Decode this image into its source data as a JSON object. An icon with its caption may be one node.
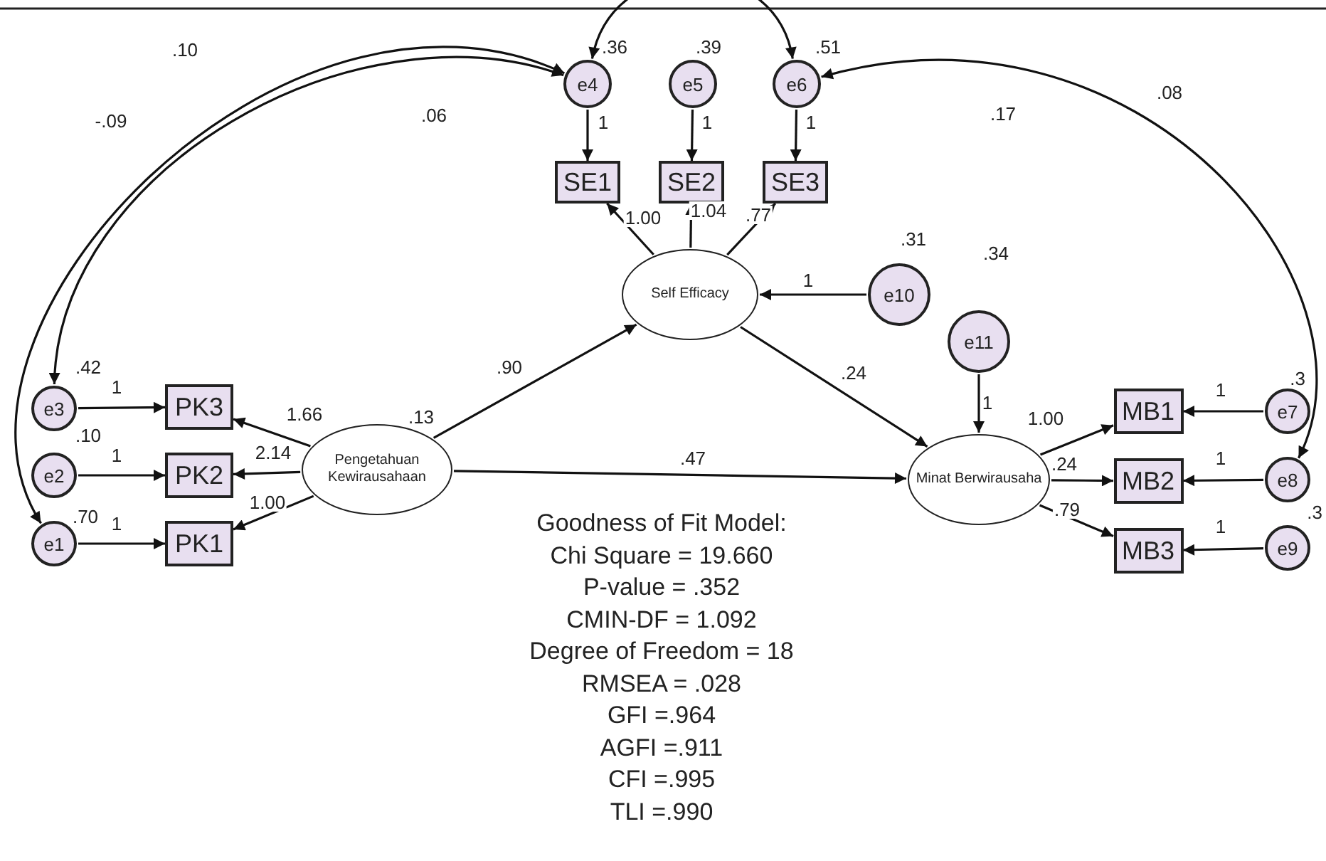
{
  "diagram": {
    "nodes": [
      {
        "text": [
          "e4"
        ],
        "beside": [
          ".36"
        ]
      },
      {
        "text": [
          "e5"
        ],
        "beside": [
          ".39"
        ]
      },
      {
        "text": [
          "e6"
        ],
        "beside": [
          ".51"
        ]
      },
      {
        "text": [
          "SE1"
        ]
      },
      {
        "text": [
          "SE2"
        ]
      },
      {
        "text": [
          "SE3"
        ]
      },
      {
        "text": [
          "Self Efficacy"
        ]
      },
      {
        "text": [
          "e10"
        ],
        "beside": [
          ".31"
        ]
      },
      {
        "text": [
          "e11"
        ],
        "beside": [
          ".34"
        ]
      },
      {
        "text": [
          "e3"
        ],
        "beside": [
          ".42"
        ]
      },
      {
        "text": [
          "PK3"
        ]
      },
      {
        "text": [
          "MB1"
        ]
      },
      {
        "text": [
          "e7"
        ],
        "beside": [
          ".3"
        ]
      },
      {
        "text": [
          "e2"
        ],
        "beside": [
          ".10"
        ]
      },
      {
        "text": [
          "PK2"
        ]
      },
      {
        "text": [
          "Pengetahuan Kewirausahaan"
        ],
        "beside": [
          ".13"
        ]
      },
      {
        "text": [
          "Minat Berwirausaha"
        ]
      },
      {
        "text": [
          "MB2"
        ]
      },
      {
        "text": [
          "e8"
        ]
      },
      {
        "text": [
          "e1"
        ],
        "beside": [
          ".70"
        ]
      },
      {
        "text": [
          "PK1"
        ]
      },
      {
        "text": [
          "MB3"
        ]
      },
      {
        "text": [
          "e9"
        ],
        "beside": [
          ".3"
        ]
      }
    ],
    "edges": [
      {
        "from": 0,
        "to": 3,
        "arrow": "to",
        "label": "1"
      },
      {
        "from": 1,
        "to": 4,
        "arrow": "to",
        "label": "1"
      },
      {
        "from": 2,
        "to": 5,
        "arrow": "to",
        "label": "1"
      },
      {
        "from": 6,
        "to": 3,
        "arrow": "to",
        "label": "1.00"
      },
      {
        "from": 6,
        "to": 4,
        "arrow": "to",
        "label": "1.04"
      },
      {
        "from": 6,
        "to": 5,
        "arrow": "to",
        "label": ".77"
      },
      {
        "from": 7,
        "to": 6,
        "arrow": "to",
        "label": "1"
      },
      {
        "from": 15,
        "to": 6,
        "arrow": "to",
        "label": ".90"
      },
      {
        "from": 6,
        "to": 16,
        "arrow": "to",
        "label": ".24"
      },
      {
        "from": 15,
        "to": 16,
        "arrow": "to",
        "label": ".47"
      },
      {
        "from": 8,
        "to": 16,
        "arrow": "to",
        "label": "1"
      },
      {
        "from": 15,
        "to": 10,
        "arrow": "to",
        "label": "1.66"
      },
      {
        "from": 15,
        "to": 14,
        "arrow": "to",
        "label": "2.14"
      },
      {
        "from": 15,
        "to": 20,
        "arrow": "to",
        "label": "1.00"
      },
      {
        "from": 9,
        "to": 10,
        "arrow": "to",
        "label": "1"
      },
      {
        "from": 13,
        "to": 14,
        "arrow": "to",
        "label": "1"
      },
      {
        "from": 19,
        "to": 20,
        "arrow": "to",
        "label": "1"
      },
      {
        "from": 16,
        "to": 11,
        "arrow": "to",
        "label": "1.00"
      },
      {
        "from": 16,
        "to": 17,
        "arrow": "to",
        "label": ".24"
      },
      {
        "from": 16,
        "to": 21,
        "arrow": "to",
        "label": ".79"
      },
      {
        "from": 12,
        "to": 11,
        "arrow": "to",
        "label": "1"
      },
      {
        "from": 18,
        "to": 17,
        "arrow": "to",
        "label": "1"
      },
      {
        "from": 22,
        "to": 21,
        "arrow": "to",
        "label": "1"
      },
      {
        "from": 0,
        "to": 19,
        "arrow": "both",
        "label": ".10"
      },
      {
        "from": 0,
        "to": 9,
        "arrow": "both",
        "label": "-.09"
      },
      {
        "from": 0,
        "to": 2,
        "arrow": "both"
      },
      {
        "from": 2,
        "to": 18,
        "arrow": "both",
        "label": ".08"
      }
    ],
    "labels": [
      ".06",
      ".17",
      "Goodness of Fit Model:",
      "Chi Square = 19.660",
      "P-value = .352",
      "CMIN-DF = 1.092",
      "Degree of Freedom = 18",
      "RMSEA = .028",
      "GFI =.964",
      "AGFI =.911",
      "CFI =.995",
      "TLI =.990"
    ]
  }
}
